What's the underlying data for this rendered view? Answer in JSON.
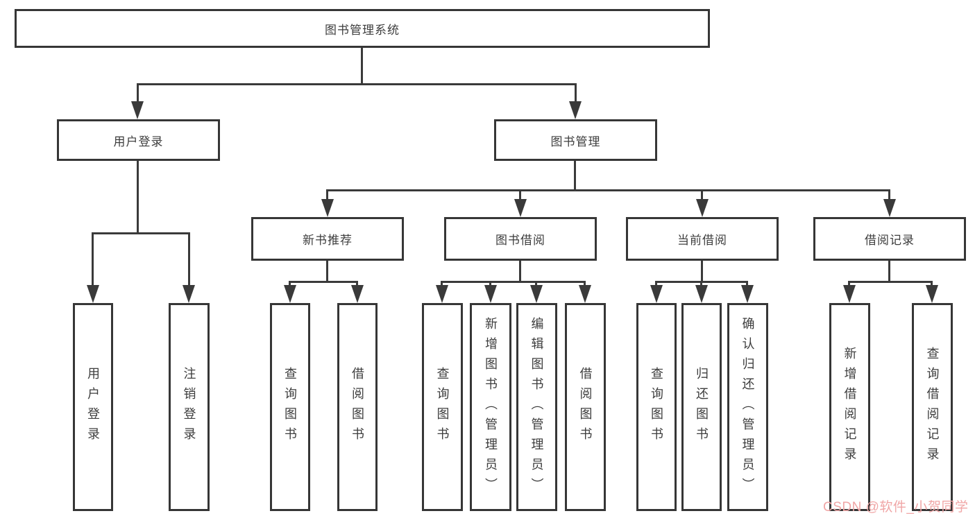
{
  "nodes": {
    "root": {
      "label": "图书管理系统"
    },
    "l2": {
      "user_login": {
        "label": "用户登录"
      },
      "book_management": {
        "label": "图书管理"
      }
    },
    "l3": {
      "new_books": {
        "label": "新书推荐"
      },
      "borrowing": {
        "label": "图书借阅"
      },
      "current": {
        "label": "当前借阅"
      },
      "records": {
        "label": "借阅记录"
      }
    },
    "l4": {
      "login": {
        "label": "用户登录"
      },
      "logout": {
        "label": "注销登录"
      },
      "nb_query": {
        "label": "查询图书"
      },
      "nb_borrow": {
        "label": "借阅图书"
      },
      "bb_query": {
        "label": "查询图书"
      },
      "bb_add": {
        "label": "新增图书（管理员）"
      },
      "bb_edit": {
        "label": "编辑图书（管理员）"
      },
      "bb_borrow": {
        "label": "借阅图书"
      },
      "cb_query": {
        "label": "查询图书"
      },
      "cb_return": {
        "label": "归还图书"
      },
      "cb_confirm": {
        "label": "确认归还（管理员）"
      },
      "rec_add": {
        "label": "新增借阅记录"
      },
      "rec_query": {
        "label": "查询借阅记录"
      }
    },
    "colors": {
      "line": "#3a3a3a",
      "watermark": "#f0a6a6"
    }
  },
  "watermark": {
    "text": "CSDN @软件_小贺同学"
  }
}
